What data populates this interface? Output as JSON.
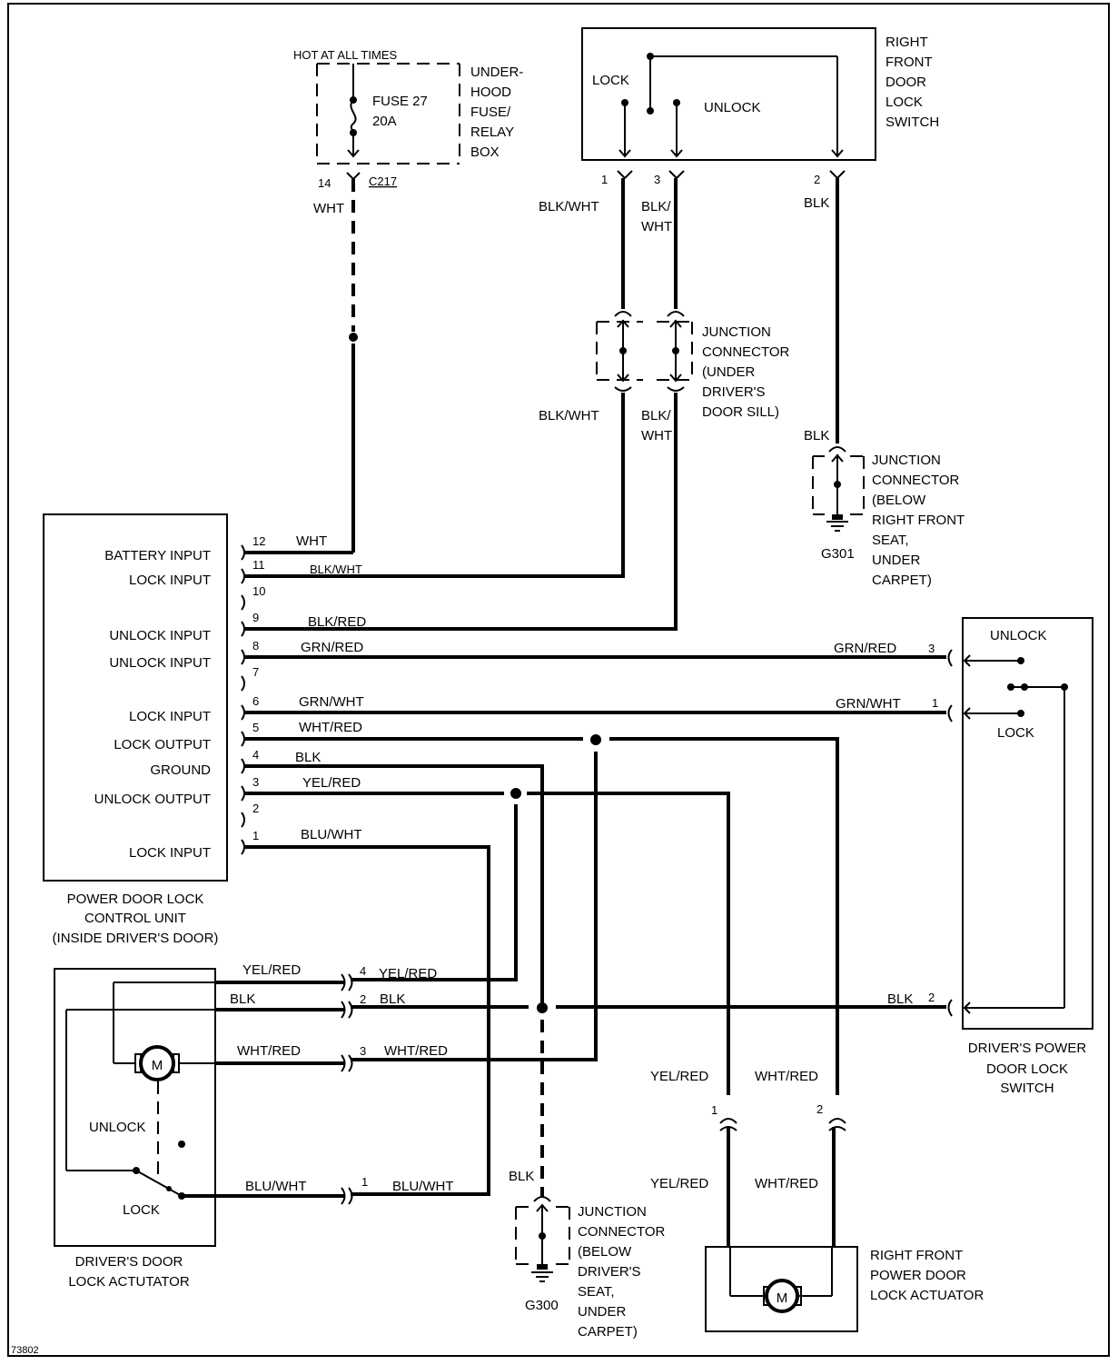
{
  "diagram": {
    "title_code": "73802",
    "fuse_box": {
      "header": "HOT AT ALL TIMES",
      "fuse_name": "FUSE 27",
      "fuse_rating": "20A",
      "label_lines": [
        "UNDER-",
        "HOOD",
        "FUSE/",
        "RELAY",
        "BOX"
      ],
      "pin": "14",
      "connector": "C217",
      "wire_color": "WHT"
    },
    "rf_door_lock_switch": {
      "label_lines": [
        "RIGHT",
        "FRONT",
        "DOOR",
        "LOCK",
        "SWITCH"
      ],
      "lock_label": "LOCK",
      "unlock_label": "UNLOCK",
      "pins": [
        {
          "pin": "1",
          "wire": "BLK/WHT"
        },
        {
          "pin": "3",
          "wire_line1": "BLK/",
          "wire_line2": "WHT"
        },
        {
          "pin": "2",
          "wire": "BLK"
        }
      ]
    },
    "junction_driver_sill": {
      "label_lines": [
        "JUNCTION",
        "CONNECTOR",
        "(UNDER",
        "DRIVER'S",
        "DOOR SILL)"
      ],
      "wire_left": "BLK/WHT",
      "wire_right_line1": "BLK/",
      "wire_right_line2": "WHT"
    },
    "junction_g301": {
      "wire": "BLK",
      "ground": "G301",
      "label_lines": [
        "JUNCTION",
        "CONNECTOR",
        "(BELOW",
        "RIGHT FRONT",
        "SEAT,",
        "UNDER",
        "CARPET)"
      ]
    },
    "control_unit": {
      "label_lines": [
        "POWER DOOR LOCK",
        "CONTROL UNIT",
        "(INSIDE DRIVER'S DOOR)"
      ],
      "pins": [
        {
          "pin": "12",
          "function": "BATTERY INPUT",
          "wire": "WHT"
        },
        {
          "pin": "11",
          "function": "LOCK INPUT",
          "wire": "BLK/WHT"
        },
        {
          "pin": "10",
          "function": "",
          "wire": ""
        },
        {
          "pin": "9",
          "function": "UNLOCK INPUT",
          "wire": "BLK/RED"
        },
        {
          "pin": "8",
          "function": "UNLOCK INPUT",
          "wire": "GRN/RED"
        },
        {
          "pin": "7",
          "function": "",
          "wire": ""
        },
        {
          "pin": "6",
          "function": "LOCK INPUT",
          "wire": "GRN/WHT"
        },
        {
          "pin": "5",
          "function": "LOCK OUTPUT",
          "wire": "WHT/RED"
        },
        {
          "pin": "4",
          "function": "GROUND",
          "wire": "BLK"
        },
        {
          "pin": "3",
          "function": "UNLOCK OUTPUT",
          "wire": "YEL/RED"
        },
        {
          "pin": "2",
          "function": "",
          "wire": ""
        },
        {
          "pin": "1",
          "function": "LOCK INPUT",
          "wire": "BLU/WHT"
        }
      ]
    },
    "driver_switch": {
      "label_lines": [
        "DRIVER'S POWER",
        "DOOR LOCK",
        "SWITCH"
      ],
      "unlock_label": "UNLOCK",
      "lock_label": "LOCK",
      "pins": [
        {
          "pin": "3",
          "wire": "GRN/RED"
        },
        {
          "pin": "1",
          "wire": "GRN/WHT"
        },
        {
          "pin": "2",
          "wire": "BLK"
        }
      ]
    },
    "driver_actuator": {
      "label_lines": [
        "DRIVER'S DOOR",
        "LOCK ACTUTATOR"
      ],
      "motor": "M",
      "unlock_label": "UNLOCK",
      "lock_label": "LOCK",
      "pins": [
        {
          "pin": "4",
          "wire_in": "YEL/RED",
          "wire_out": "YEL/RED"
        },
        {
          "pin": "2",
          "wire_in": "BLK",
          "wire_out": "BLK"
        },
        {
          "pin": "3",
          "wire_in": "WHT/RED",
          "wire_out": "WHT/RED"
        },
        {
          "pin": "1",
          "wire_in": "BLU/WHT",
          "wire_out": "BLU/WHT"
        }
      ]
    },
    "junction_g300": {
      "wire": "BLK",
      "ground": "G300",
      "label_lines": [
        "JUNCTION",
        "CONNECTOR",
        "(BELOW",
        "DRIVER'S",
        "SEAT,",
        "UNDER",
        "CARPET)"
      ]
    },
    "rf_actuator": {
      "label_lines": [
        "RIGHT FRONT",
        "POWER DOOR",
        "LOCK ACTUATOR"
      ],
      "motor": "M",
      "pins": [
        {
          "pin": "1",
          "wire_upper": "YEL/RED",
          "wire_lower": "YEL/RED"
        },
        {
          "pin": "2",
          "wire_upper": "WHT/RED",
          "wire_lower": "WHT/RED"
        }
      ]
    }
  }
}
